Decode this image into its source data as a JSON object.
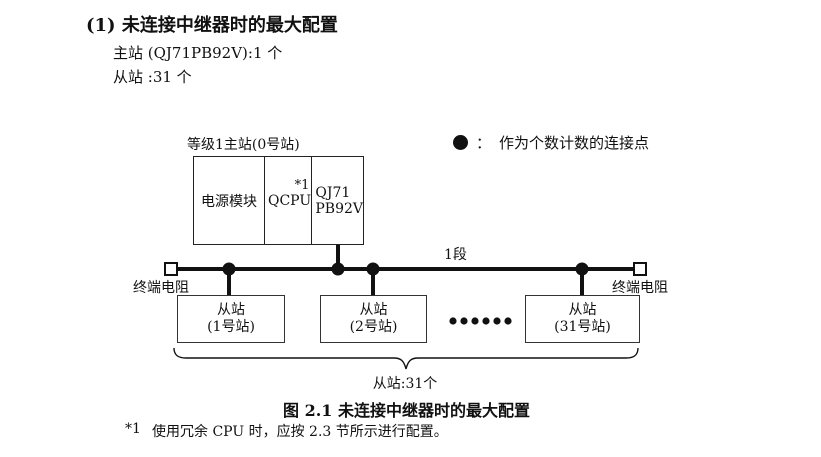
{
  "colors": {
    "background": "#ffffff",
    "ink": "#111111"
  },
  "header": {
    "heading": "(1) 未连接中继器时的最大配置",
    "master_count_line": "主站 (QJ71PB92V):1 个",
    "slave_count_line": "从站 :31 个"
  },
  "diagram": {
    "master_station": {
      "label": "等级1主站(0号站)",
      "power_module": "电源模块",
      "cpu": "QCPU",
      "cpu_footnote_ref": "*1",
      "network_module_line1": "QJ71",
      "network_module_line2": "PB92V"
    },
    "legend": {
      "colon": "：",
      "label": "作为个数计数的连接点"
    },
    "segment_label": "1段",
    "terminator_left_label": "终端电阻",
    "terminator_right_label": "终端电阻",
    "slave_stations": [
      {
        "name": "从站",
        "station_no": "(1号站)"
      },
      {
        "name": "从站",
        "station_no": "(2号站)"
      },
      {
        "name": "从站",
        "station_no": "(31号站)"
      }
    ],
    "brace_label": "从站:31个"
  },
  "figure_caption": "图 2.1 未连接中继器时的最大配置",
  "footnote": {
    "marker": "*1",
    "text": "使用冗余 CPU 时，应按 2.3 节所示进行配置。"
  }
}
